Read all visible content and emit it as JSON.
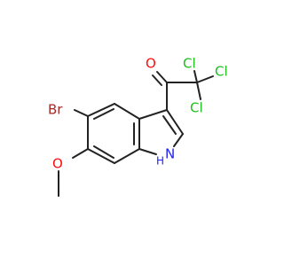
{
  "molecule": {
    "atom_labels": {
      "br": "Br",
      "o_carbonyl": "O",
      "cl1": "Cl",
      "cl2": "Cl",
      "cl3": "Cl",
      "o_methoxy": "O",
      "n": "N",
      "h": "H"
    },
    "colors": {
      "bond": "#222222",
      "bromine": "#a52a2a",
      "oxygen": "#ff0d0d",
      "chlorine": "#1fbf1f",
      "nitrogen": "#2020ff"
    }
  }
}
